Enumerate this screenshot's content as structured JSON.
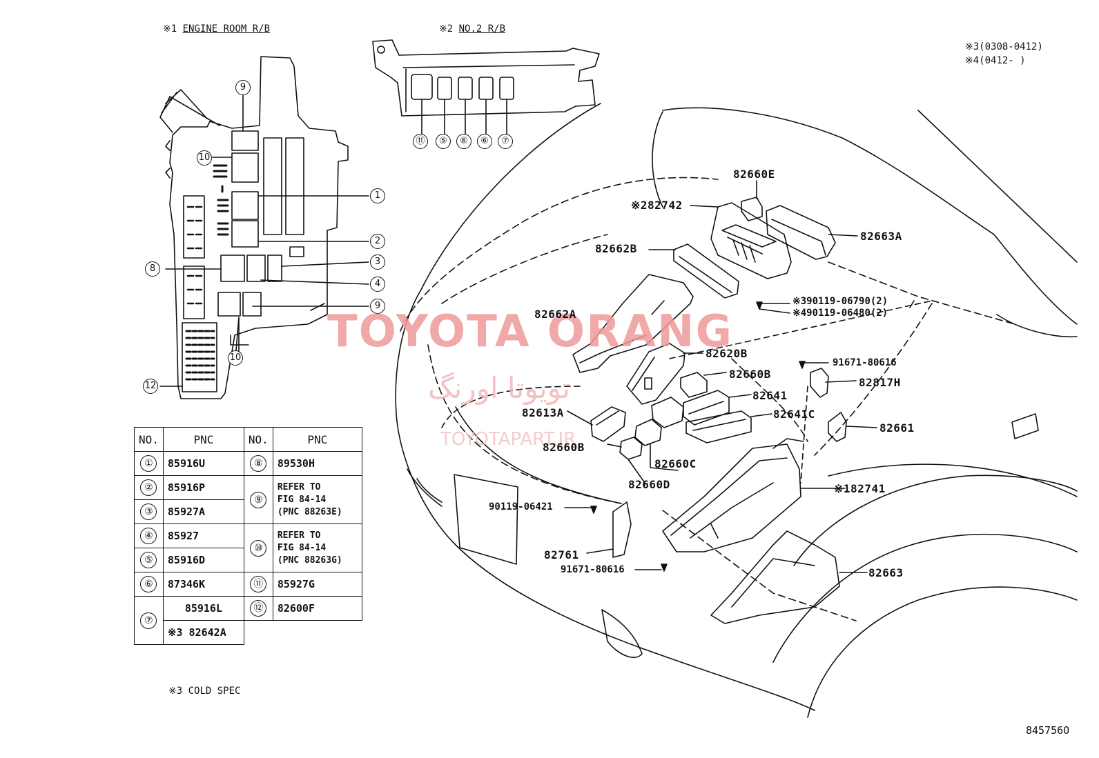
{
  "headers": {
    "engine_room": {
      "mark": "※1",
      "title": "ENGINE ROOM R/B"
    },
    "no2": {
      "mark": "※2",
      "title": "NO.2 R/B"
    },
    "date_notes": [
      "※3(0308-0412)",
      "※4(0412-      )"
    ]
  },
  "no2_callouts": [
    "⑪",
    "⑤",
    "⑥",
    "⑥",
    "⑦"
  ],
  "engine_room_callouts": {
    "c9_top": "9",
    "c10_top": "10",
    "c1": "1",
    "c2": "2",
    "c3": "3",
    "c4": "4",
    "c8": "8",
    "c9_mid": "9",
    "c10_bottom": "10",
    "c12": "12"
  },
  "part_labels": {
    "p82660E": "82660E",
    "p82742": "※282742",
    "p82663A": "82663A",
    "p82662B": "82662B",
    "p90119_06790": "※390119-06790(2)",
    "p90119_06480": "※490119-06480(2)",
    "p82662A": "82662A",
    "p82620B": "82620B",
    "p91671_80616_a": "91671-80616",
    "p82660B_right": "82660B",
    "p82817H": "82817H",
    "p82641": "82641",
    "p82613A": "82613A",
    "p82641C": "82641C",
    "p82661": "82661",
    "p82660B_left": "82660B",
    "p82660C": "82660C",
    "p82660D": "82660D",
    "p82741": "※182741",
    "p90119_06421": "90119-06421",
    "p82761": "82761",
    "p91671_80616_b": "91671-80616",
    "p82663": "82663"
  },
  "table": {
    "headers": {
      "no": "NO.",
      "pnc": "PNC",
      "no2": "NO.",
      "pnc2": "PNC"
    },
    "rows": [
      {
        "no": "①",
        "pnc": "85916U",
        "no2": "⑧",
        "pnc2": "89530H"
      },
      {
        "no": "②",
        "pnc": "85916P",
        "no2": "⑨",
        "pnc2": "REFER TO\nFIG 84-14\n(PNC 88263E)"
      },
      {
        "no": "③",
        "pnc": "85927A"
      },
      {
        "no": "④",
        "pnc": "85927",
        "no2": "⑩",
        "pnc2": "REFER TO\nFIG 84-14\n(PNC 88263G)"
      },
      {
        "no": "⑤",
        "pnc": "85916D"
      },
      {
        "no": "⑥",
        "pnc": "87346K",
        "no2": "⑪",
        "pnc2": "85927G"
      },
      {
        "no": "⑦",
        "pnc": "85916L",
        "no2": "⑫",
        "pnc2": "82600F"
      },
      {
        "pnc": "※3 82642A"
      }
    ]
  },
  "footnote": "※3 COLD SPEC",
  "watermarks": {
    "main": "TOYOTA ORANG",
    "farsi": "تویوتا اورنگ",
    "site": "TOYOTAPART.IR"
  },
  "figure_id": "845756O"
}
